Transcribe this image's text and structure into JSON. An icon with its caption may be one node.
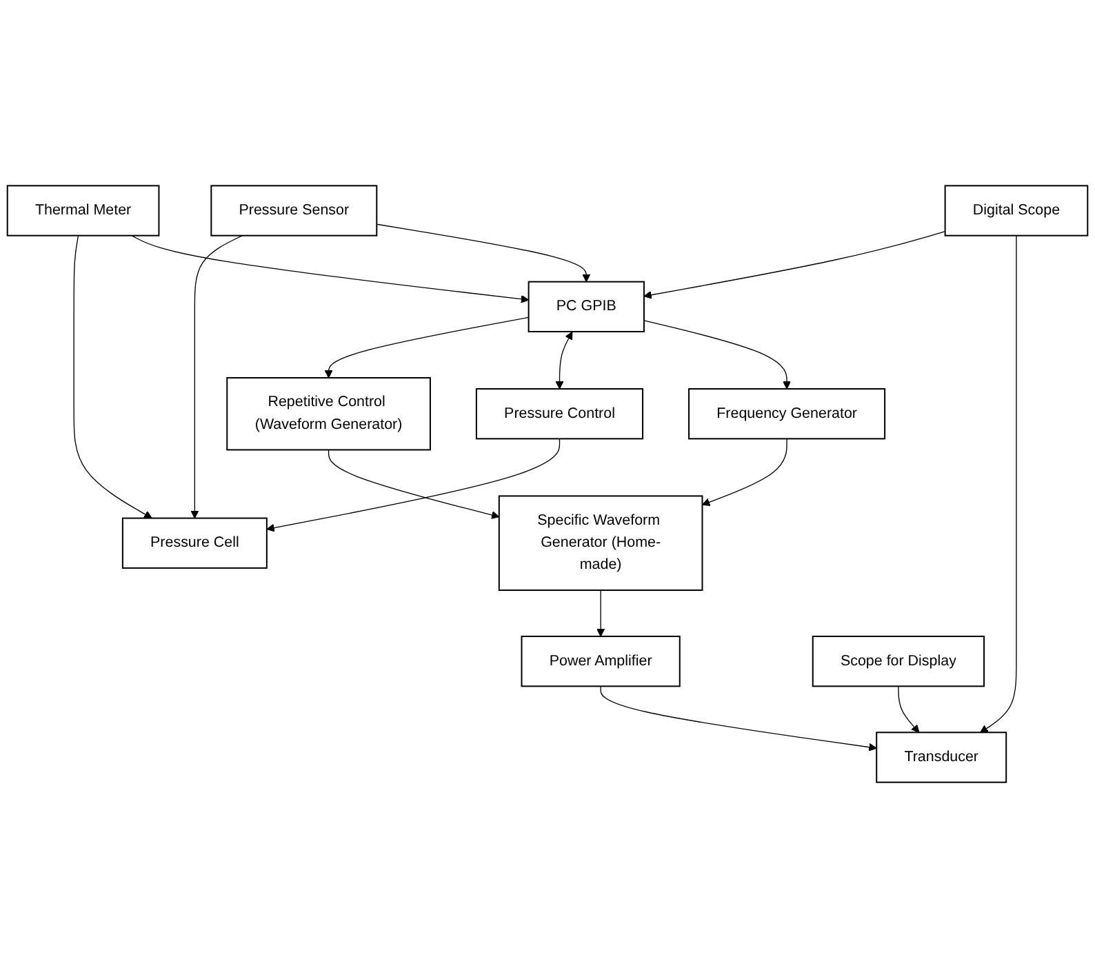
{
  "diagram": {
    "nodes": [
      {
        "text": [
          "Thermal Meter"
        ]
      },
      {
        "text": [
          "Pressure Sensor"
        ]
      },
      {
        "text": [
          "Pressure Cell"
        ]
      },
      {
        "text": [
          "Repetitive Control (Waveform Generator)"
        ]
      },
      {
        "text": [
          "PC GPIB"
        ]
      },
      {
        "text": [
          "Pressure Control"
        ]
      },
      {
        "text": [
          "Frequency Generator"
        ]
      },
      {
        "text": [
          "Digital Scope"
        ]
      },
      {
        "text": [
          "Transducer"
        ]
      },
      {
        "text": [
          "Specific Waveform Generator (Home-made)"
        ]
      },
      {
        "text": [
          "Power Amplifier"
        ]
      },
      {
        "text": [
          "Scope for Display"
        ]
      }
    ],
    "edges": [
      {
        "from": 0,
        "to": 2,
        "arrow": "to"
      },
      {
        "from": 1,
        "to": 2,
        "arrow": "to"
      },
      {
        "from": 0,
        "to": 4,
        "arrow": "to"
      },
      {
        "from": 1,
        "to": 4,
        "arrow": "to"
      },
      {
        "from": 4,
        "to": 3,
        "arrow": "to"
      },
      {
        "from": 4,
        "to": 5,
        "arrow": "both"
      },
      {
        "from": 5,
        "to": 2,
        "arrow": "to"
      },
      {
        "from": 4,
        "to": 6,
        "arrow": "to"
      },
      {
        "from": 7,
        "to": 4,
        "arrow": "to"
      },
      {
        "from": 7,
        "to": 8,
        "arrow": "to"
      },
      {
        "from": 3,
        "to": 9,
        "arrow": "to"
      },
      {
        "from": 6,
        "to": 9,
        "arrow": "to"
      },
      {
        "from": 9,
        "to": 10,
        "arrow": "to"
      },
      {
        "from": 11,
        "to": 8,
        "arrow": "to"
      },
      {
        "from": 10,
        "to": 8,
        "arrow": "to"
      }
    ]
  }
}
